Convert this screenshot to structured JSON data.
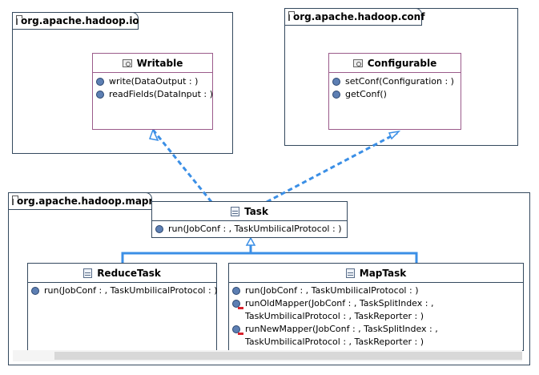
{
  "packages": {
    "io": "org.apache.hadoop.io",
    "conf": "org.apache.hadoop.conf",
    "mapred": "org.apache.hadoop.mapred"
  },
  "writable": {
    "name": "Writable",
    "ops": [
      "write(DataOutput : )",
      "readFields(DataInput : )"
    ]
  },
  "configurable": {
    "name": "Configurable",
    "ops": [
      "setConf(Configuration : )",
      "getConf()"
    ]
  },
  "task": {
    "name": "Task",
    "ops": [
      "run(JobConf : , TaskUmbilicalProtocol : )"
    ]
  },
  "reduceTask": {
    "name": "ReduceTask",
    "ops": [
      "run(JobConf : , TaskUmbilicalProtocol : )"
    ]
  },
  "mapTask": {
    "name": "MapTask",
    "ops": [
      "run(JobConf : , TaskUmbilicalProtocol : )",
      "runOldMapper(JobConf : , TaskSplitIndex : ,",
      "TaskUmbilicalProtocol : , TaskReporter : )",
      "runNewMapper(JobConf : , TaskSplitIndex : ,",
      "TaskUmbilicalProtocol : , TaskReporter : )"
    ]
  },
  "colors": {
    "dependency": "#3b8fe6",
    "inheritance": "#3b8fe6",
    "border": "#34495e",
    "interfaceBorder": "#9b5b8b"
  }
}
